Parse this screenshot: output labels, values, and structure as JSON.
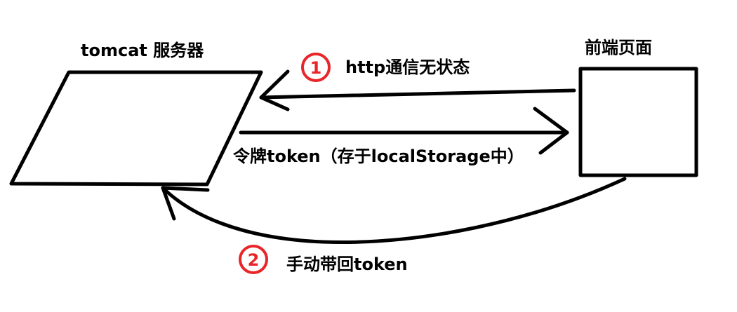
{
  "server": {
    "label": "tomcat  服务器"
  },
  "frontend": {
    "label": "前端页面"
  },
  "steps": [
    {
      "number": "1",
      "label": "http通信无状态"
    },
    {
      "number": "2",
      "label": "手动带回token"
    }
  ],
  "token_label": "令牌token（存于localStorage中）",
  "colors": {
    "ink": "#000000",
    "badge": "#e8262a",
    "background": "#ffffff"
  }
}
